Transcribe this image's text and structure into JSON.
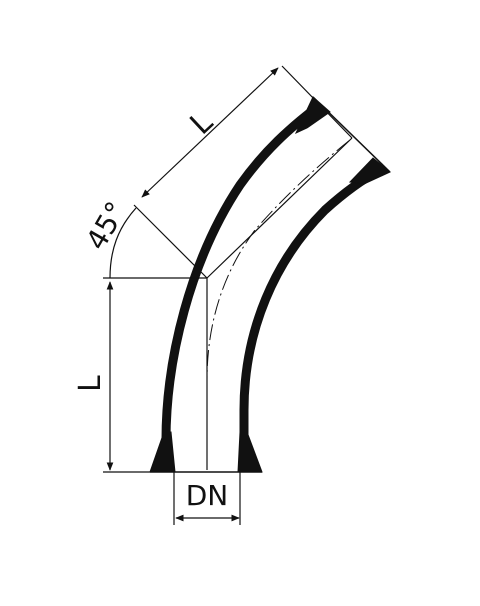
{
  "diagram": {
    "length_label_top": "L",
    "length_label_left": "L",
    "angle_label": "45°",
    "diameter_label": "DN"
  },
  "colors": {
    "ink": "#111111",
    "background": "#ffffff"
  }
}
